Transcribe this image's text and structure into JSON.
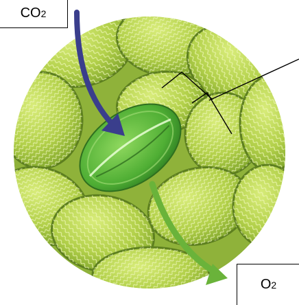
{
  "labels": {
    "co2": {
      "main": "CO",
      "sub": "2"
    },
    "o2": {
      "main": "O",
      "sub": "2"
    }
  },
  "colors": {
    "co2_arrow": "#3a3e8c",
    "o2_arrow": "#6ab33a",
    "epidermal_cell": "#b4d24a",
    "epidermal_cell_dark": "#7ea32a",
    "guard_cell": "#5cb83a",
    "pointer_line": "#000000"
  },
  "icons": {
    "co2_arrow": "curved-arrow-icon",
    "o2_arrow": "curved-arrow-icon"
  }
}
